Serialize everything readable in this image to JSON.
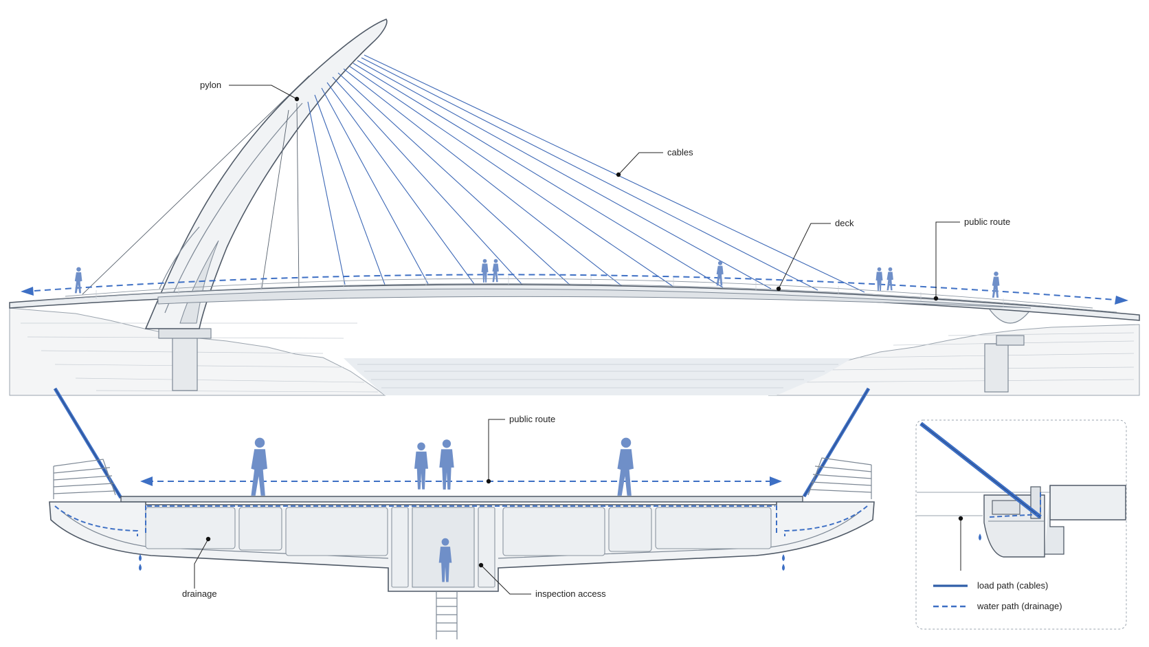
{
  "labels": {
    "pylon": "pylon",
    "cables": "cables",
    "deck": "deck",
    "public_route_elevation": "public route",
    "public_route_section": "public route",
    "drainage": "drainage",
    "inspection_access": "inspection access"
  },
  "legend": {
    "load_path": "load path (cables)",
    "water_path": "water path (drainage)"
  },
  "colors": {
    "accent_blue": "#3d6fc4",
    "person_blue": "#6f8fc8",
    "linework_gray": "#7c8794",
    "label_text": "#222222"
  }
}
